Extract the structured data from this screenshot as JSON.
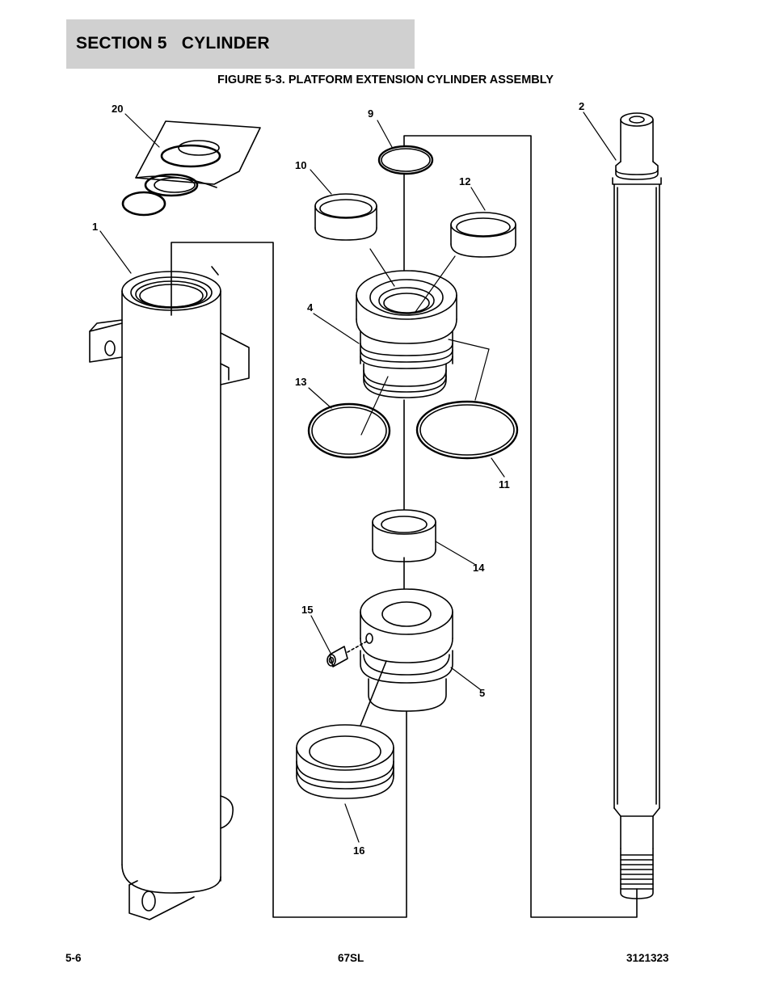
{
  "header": {
    "section_title": "SECTION 5   CYLINDER"
  },
  "figure": {
    "title": "FIGURE 5-3. PLATFORM EXTENSION CYLINDER ASSEMBLY",
    "callouts": {
      "c20": "20",
      "c9": "9",
      "c2": "2",
      "c10": "10",
      "c12": "12",
      "c1": "1",
      "c4": "4",
      "c13": "13",
      "c11": "11",
      "c14": "14",
      "c15": "15",
      "c5": "5",
      "c16": "16"
    }
  },
  "footer": {
    "page_number": "5-6",
    "model": "67SL",
    "document_number": "3121323"
  }
}
